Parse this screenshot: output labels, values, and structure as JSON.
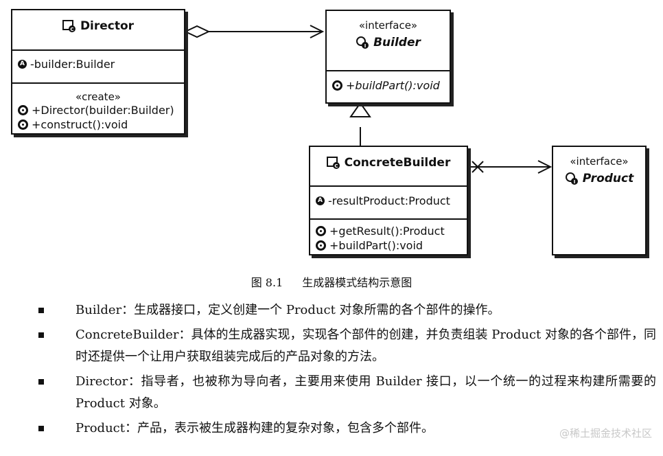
{
  "figure": {
    "director": {
      "name": "Director",
      "attribute": "-builder:Builder",
      "stereotype": "«create»",
      "operations": [
        "+Director(builder:Builder)",
        "+construct():void"
      ]
    },
    "builder": {
      "stereotype": "«interface»",
      "name": "Builder",
      "operations": [
        "+buildPart():void"
      ]
    },
    "concrete_builder": {
      "name": "ConcreteBuilder",
      "attribute": "-resultProduct:Product",
      "operations": [
        "+getResult():Product",
        "+buildPart():void"
      ]
    },
    "product": {
      "stereotype": "«interface»",
      "name": "Product"
    },
    "caption": {
      "number": "图 8.1",
      "text": "生成器模式结构示意图"
    }
  },
  "descriptions": [
    "Builder：生成器接口，定义创建一个 Product 对象所需的各个部件的操作。",
    "ConcreteBuilder：具体的生成器实现，实现各个部件的创建，并负责组装 Product 对象的各个部件，同时还提供一个让用户获取组装完成后的产品对象的方法。",
    "Director：指导者，也被称为导向者，主要用来使用 Builder 接口，以一个统一的过程来构建所需要的 Product 对象。",
    "Product：产品，表示被生成器构建的复杂对象，包含多个部件。"
  ],
  "watermark": "@稀土掘金技术社区"
}
